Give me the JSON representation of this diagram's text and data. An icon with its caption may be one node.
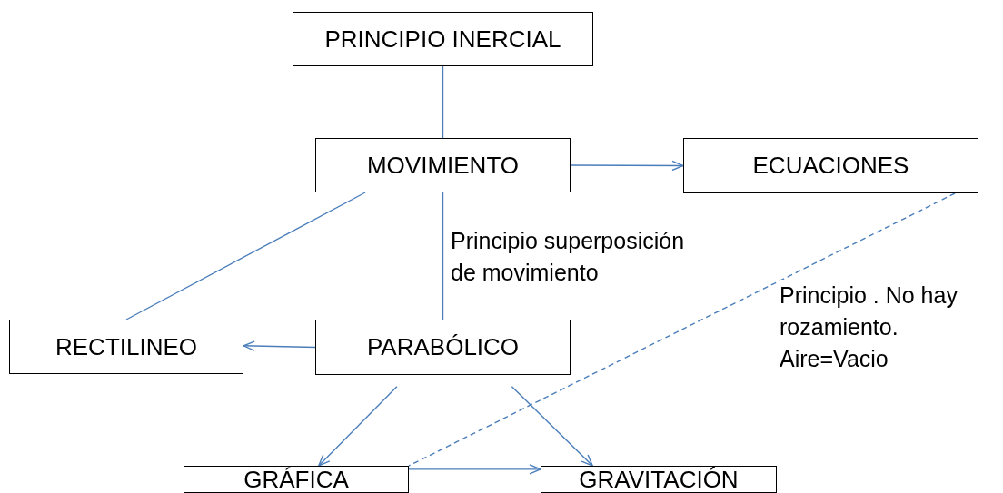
{
  "diagram": {
    "nodes": [
      {
        "text": [
          "PRINCIPIO INERCIAL"
        ]
      },
      {
        "text": [
          "MOVIMIENTO"
        ]
      },
      {
        "text": [
          "ECUACIONES"
        ]
      },
      {
        "text": [
          "RECTILINEO"
        ]
      },
      {
        "text": [
          "PARABÓLICO"
        ]
      },
      {
        "text": [
          "GRÁFICA"
        ]
      },
      {
        "text": [
          "GRAVITACIÓN"
        ]
      }
    ],
    "edges": [
      {
        "from": 0,
        "to": 1,
        "arrow": "none"
      },
      {
        "from": 1,
        "to": 2,
        "arrow": "to"
      },
      {
        "from": 1,
        "to": 3,
        "arrow": "none"
      },
      {
        "from": 1,
        "to": 4,
        "arrow": "none",
        "label": "Principio superposición de movimiento"
      },
      {
        "from": 4,
        "to": 3,
        "arrow": "to"
      },
      {
        "from": 4,
        "to": 5,
        "arrow": "to"
      },
      {
        "from": 4,
        "to": 6,
        "arrow": "to"
      },
      {
        "from": 5,
        "to": 6,
        "arrow": "to"
      },
      {
        "from": 2,
        "to": 5,
        "arrow": "none",
        "style": "dashed",
        "label": "Principio . No hay rozamiento. Aire=Vacio"
      }
    ]
  }
}
